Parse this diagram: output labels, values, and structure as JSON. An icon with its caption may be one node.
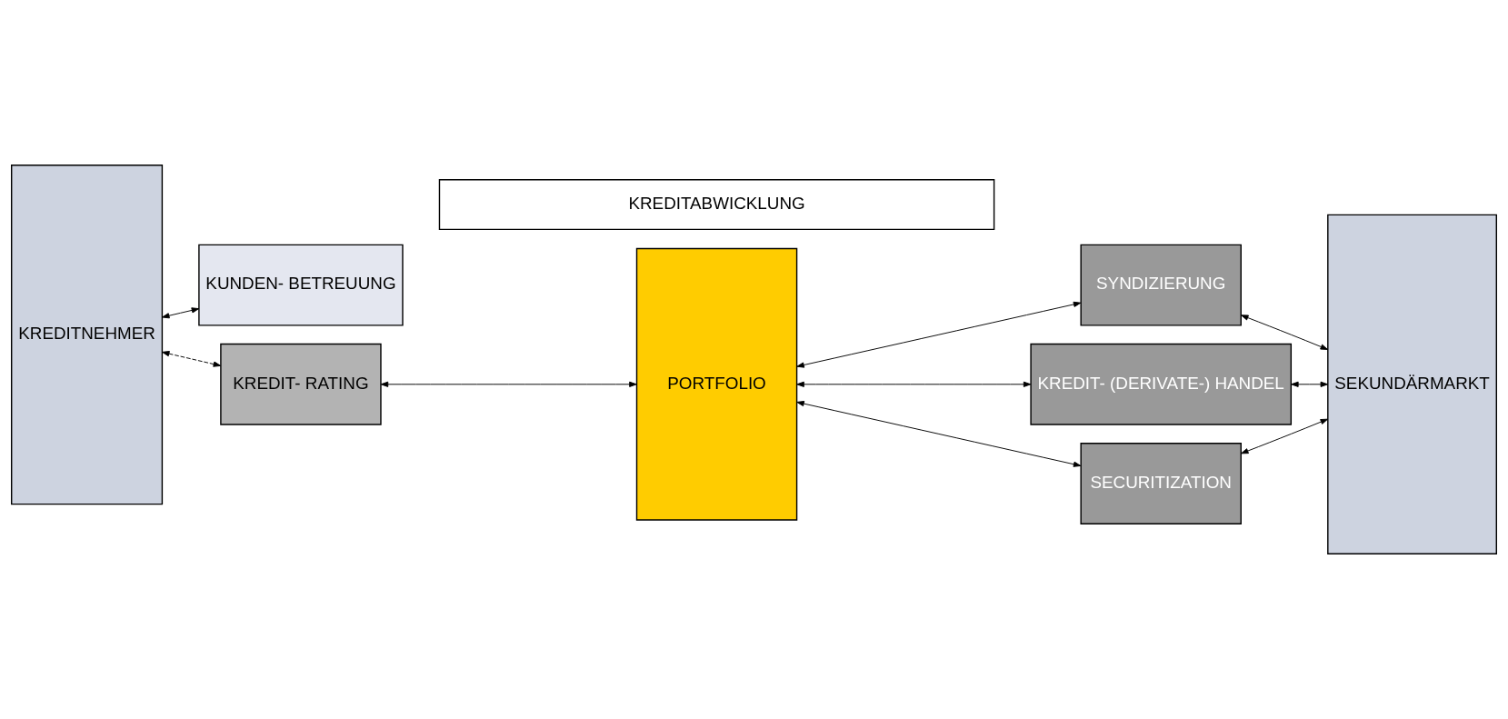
{
  "diagram": {
    "nodes": [
      {
        "text": [
          "KREDITNEHMER"
        ]
      },
      {
        "text": [
          "KUNDEN- BETREUUNG"
        ]
      },
      {
        "text": [
          "KREDIT- RATING"
        ]
      },
      {
        "text": [
          "PORTFOLIO"
        ]
      },
      {
        "text": [
          "SYNDIZIERUNG"
        ]
      },
      {
        "text": [
          "KREDIT- (DERIVATE-) HANDEL"
        ]
      },
      {
        "text": [
          "SECURITIZATION"
        ]
      },
      {
        "text": [
          "KREDITABWICKLUNG"
        ]
      },
      {
        "text": [
          "SEKUNDÄRMARKT"
        ]
      }
    ],
    "edges": [
      {
        "from": 0,
        "to": 1,
        "arrow": "both"
      },
      {
        "from": 0,
        "to": 2,
        "arrow": "both",
        "style": "dashed"
      },
      {
        "from": 2,
        "to": 3,
        "arrow": "both"
      },
      {
        "from": 3,
        "to": 4,
        "arrow": "both"
      },
      {
        "from": 3,
        "to": 5,
        "arrow": "both"
      },
      {
        "from": 3,
        "to": 6,
        "arrow": "both"
      },
      {
        "from": 4,
        "to": 8,
        "arrow": "both"
      },
      {
        "from": 5,
        "to": 8,
        "arrow": "both"
      },
      {
        "from": 6,
        "to": 8,
        "arrow": "both"
      }
    ]
  }
}
